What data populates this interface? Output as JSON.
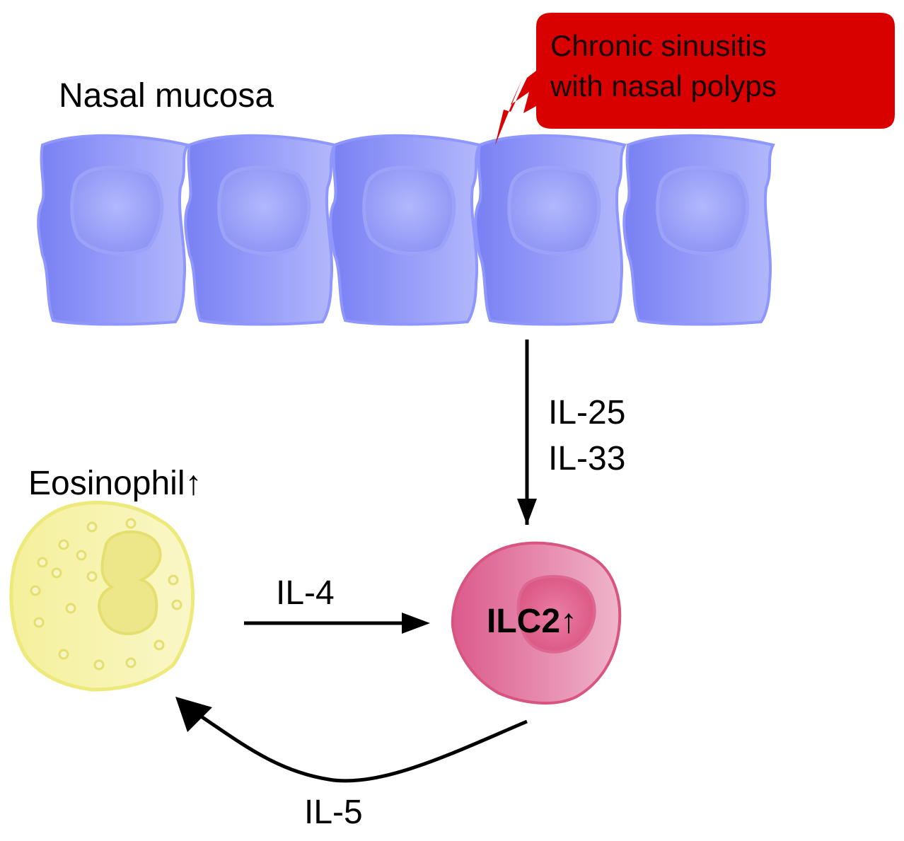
{
  "title": "Nasal mucosa",
  "callout": {
    "line1": "Chronic sinusitis",
    "line2": "with nasal polyps",
    "color": "#d90000"
  },
  "cells": {
    "epithelial_color": "#8e95f5",
    "eosinophil_color": "#f1ec88",
    "ilc2_color": "#e2729e"
  },
  "labels": {
    "mediators_top_1": "IL-25",
    "mediators_top_2": "IL-33",
    "eosinophil": "Eosinophil↑",
    "ilc2": "ILC2↑",
    "il4": "IL-4",
    "il5": "IL-5"
  }
}
